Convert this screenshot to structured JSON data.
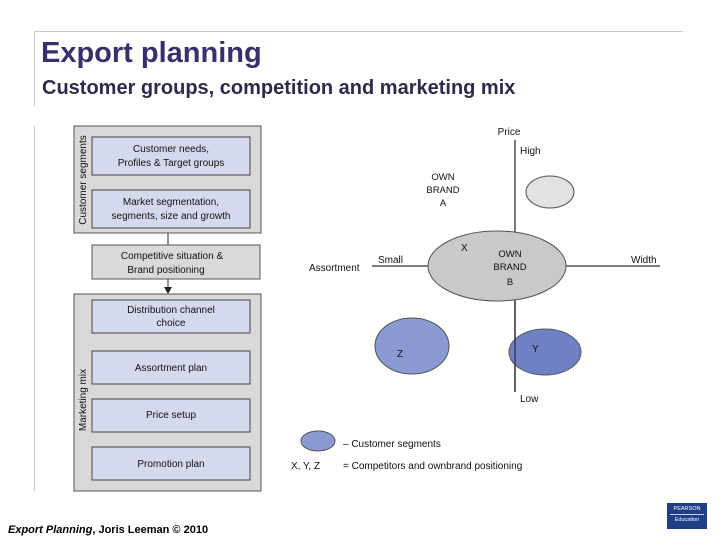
{
  "slide": {
    "title": "Export planning",
    "subtitle": "Customer groups, competition and marketing mix",
    "footer_book": "Export Planning",
    "footer_rest": ", Joris Leeman © 2010",
    "logo_top": "PEARSON",
    "logo_bottom": "Education"
  },
  "flowchart": {
    "group_customer_label": "Customer segments",
    "group_marketing_label": "Marketing mix",
    "box_customer_needs": [
      "Customer needs,",
      "Profiles & Target groups"
    ],
    "box_market_segmentation": [
      "Market segmentation,",
      "segments, size and growth"
    ],
    "box_competitive": [
      "Competitive situation &",
      "Brand positioning"
    ],
    "box_distribution": [
      "Distribution channel",
      "choice"
    ],
    "box_assortment": "Assortment plan",
    "box_price": "Price setup",
    "box_promotion": "Promotion plan"
  },
  "positioning_map": {
    "axis_price": "Price",
    "axis_high": "High",
    "axis_low": "Low",
    "axis_assortment": "Assortment",
    "axis_small": "Small",
    "axis_width": "Width",
    "own_brand_a": [
      "OWN",
      "BRAND",
      "A"
    ],
    "own_brand_b": [
      "OWN",
      "BRAND",
      "B"
    ],
    "label_x": "X",
    "label_y": "Y",
    "label_z": "Z",
    "colors": {
      "light_segment": "#e2e2e2",
      "mid_segment": "#c9c9c9",
      "blue_segment": "#8c9ad4",
      "dark_blue_segment": "#6f81c4",
      "box_fill": "#d5d9ee",
      "group_fill": "#d9d9d9"
    }
  },
  "legend": {
    "segments": "– Customer segments",
    "xyz_symbol": "X, Y, Z",
    "xyz_text": "= Competitors and ownbrand positioning"
  }
}
